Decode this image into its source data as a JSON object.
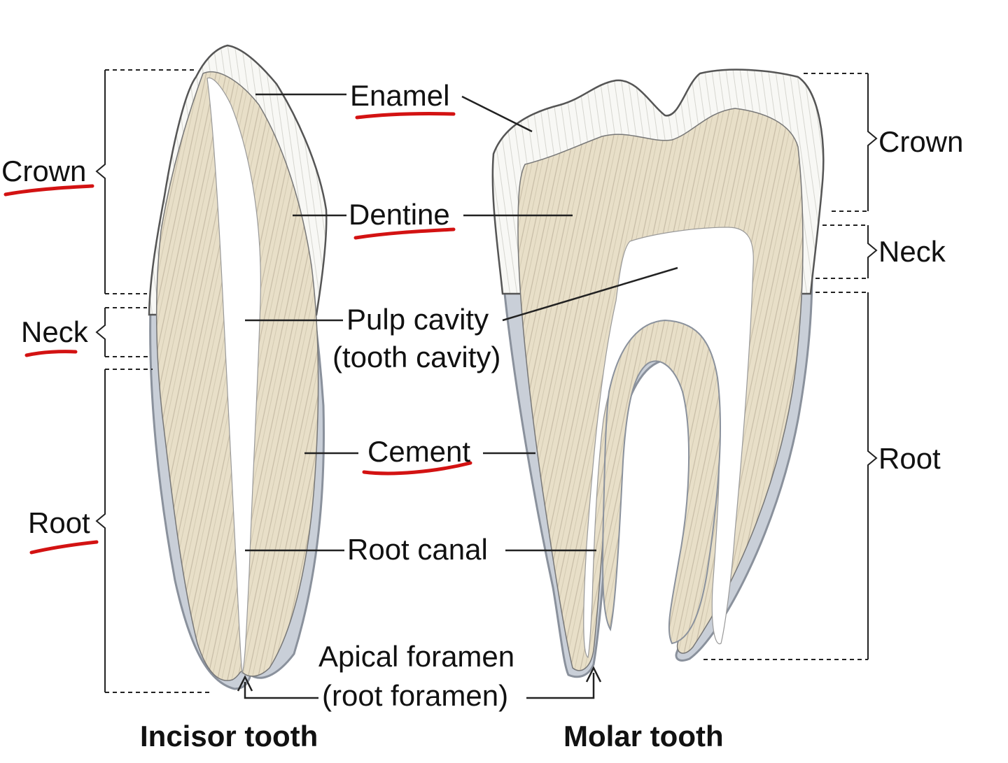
{
  "left_sections": {
    "crown": "Crown",
    "neck": "Neck",
    "root": "Root"
  },
  "right_sections": {
    "crown": "Crown",
    "neck": "Neck",
    "root": "Root"
  },
  "center_labels": {
    "enamel": "Enamel",
    "dentine": "Dentine",
    "pulp_cavity": "Pulp cavity",
    "pulp_cavity_alt": "(tooth cavity)",
    "cement": "Cement",
    "root_canal": "Root canal",
    "apical_foramen": "Apical foramen",
    "apical_foramen_alt": "(root foramen)"
  },
  "captions": {
    "incisor": "Incisor tooth",
    "molar": "Molar tooth"
  },
  "colors": {
    "dentine": "#e6dcc4",
    "dentine_shade": "#bdb29a",
    "enamel": "#f7f7f3",
    "cement": "#c9cfd8",
    "pulp": "#ffffff",
    "handwriting_underline": "#d31212",
    "leader_line": "#222222"
  }
}
